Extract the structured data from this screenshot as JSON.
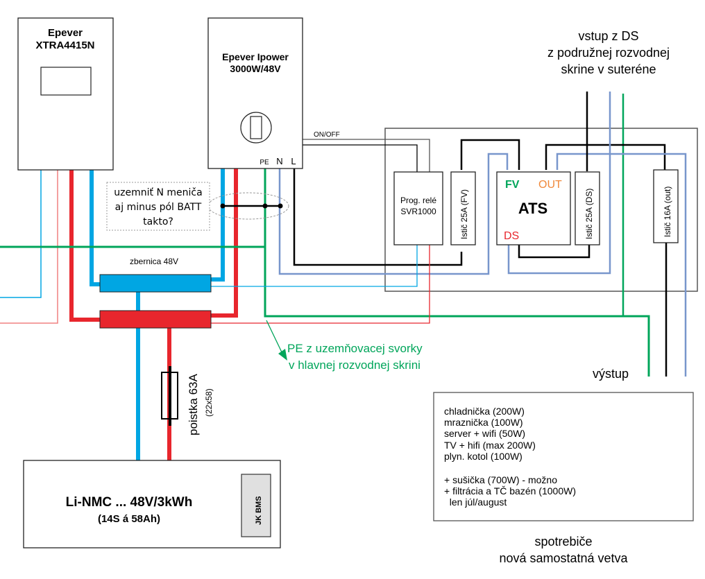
{
  "diagram": {
    "colors": {
      "battery_minus": "#00a6e3",
      "battery_plus": "#e8262d",
      "battery_plus_thin": "#f08080",
      "pe": "#00a55a",
      "neutral": "#7896cc",
      "line": "#000000",
      "control": "#555555",
      "ats_fv": "#00a55a",
      "ats_out": "#f0883a",
      "ats_ds": "#e8262d",
      "bms_fill": "#e0e0e0"
    },
    "charge_controller": {
      "brand": "Epever",
      "model": "XTRA4415N"
    },
    "inverter": {
      "brand": "Epever Ipower",
      "model": "3000W/48V",
      "terminals": [
        "PE",
        "N",
        "L"
      ],
      "on_off_label": "ON/OFF"
    },
    "grounding_question": {
      "lines": [
        "uzemniť N meniča",
        "aj minus pól BATT",
        "takto?"
      ]
    },
    "busbar": {
      "label": "zbernica 48V"
    },
    "fuse": {
      "label": "poistka 63A",
      "size": "(22x58)"
    },
    "battery": {
      "title": "Li-NMC ... 48V/3kWh",
      "subtitle": "(14S á 58Ah)",
      "bms": "JK BMS"
    },
    "pe_note": {
      "lines": [
        "PE z uzemňovacej svorky",
        "v hlavnej rozvodnej skrini"
      ]
    },
    "grid_input": {
      "lines": [
        "vstup z DS",
        "z podružnej rozvodnej",
        "skrine v suteréne"
      ]
    },
    "relay": {
      "lines": [
        "Prog. relé",
        "SVR1000"
      ]
    },
    "breakers": {
      "fv": "Istič 25A (FV)",
      "ds": "Istič 25A (DS)",
      "out": "Istič 16A (out)"
    },
    "ats": {
      "title": "ATS",
      "fv": "FV",
      "out": "OUT",
      "ds": "DS"
    },
    "output_label": "výstup",
    "loads": {
      "items": [
        "chladnička (200W)",
        "mraznička (100W)",
        "server + wifi (50W)",
        "TV + hifi (max 200W)",
        "plyn. kotol (100W)"
      ],
      "extras": [
        "+ sušička (700W) - možno",
        "+ filtrácia a TČ bazén (1000W)",
        "  len júl/august"
      ],
      "caption": [
        "spotrebiče",
        "nová samostatná vetva"
      ]
    }
  }
}
